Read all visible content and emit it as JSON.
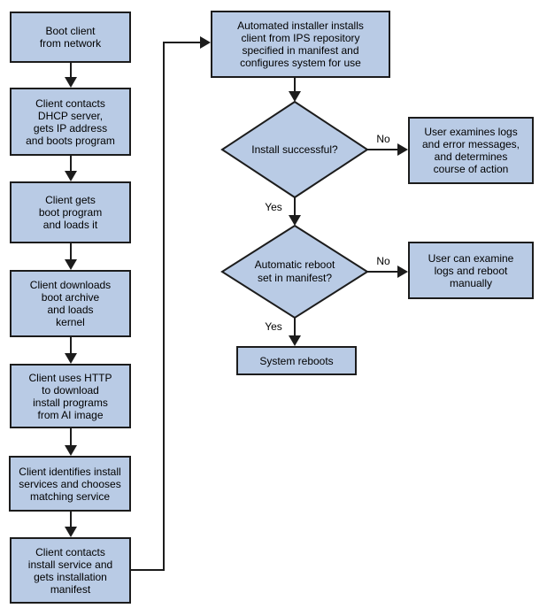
{
  "diagram": {
    "type": "flowchart",
    "subject": "Automated installation (AI) client boot and install process"
  },
  "colors": {
    "node_fill": "#b9cbe5",
    "node_border": "#1c1c1c",
    "line": "#1c1c1c",
    "text": "#000000",
    "background": "#ffffff"
  },
  "nodes": {
    "boot_client": {
      "label": "Boot client\nfrom network"
    },
    "dhcp": {
      "label": "Client contacts\nDHCP server,\ngets IP address\nand boots program"
    },
    "boot_program": {
      "label": "Client gets\nboot program\nand loads it"
    },
    "boot_archive": {
      "label": "Client downloads\nboot archive\nand loads\nkernel"
    },
    "http_download": {
      "label": "Client uses HTTP\nto download\ninstall programs\nfrom AI image"
    },
    "identify_services": {
      "label": "Client identifies install\nservices and chooses\nmatching service"
    },
    "contact_service": {
      "label": "Client contacts\ninstall service and\ngets installation\nmanifest"
    },
    "automated_installer": {
      "label": "Automated installer installs\nclient from IPS repository\nspecified in manifest and\nconfigures system for use"
    },
    "install_successful": {
      "label": "Install successful?"
    },
    "user_examines": {
      "label": "User examines logs\nand error messages,\nand determines\ncourse of action"
    },
    "auto_reboot": {
      "label": "Automatic reboot\nset in manifest?"
    },
    "user_can_examine": {
      "label": "User can examine\nlogs and reboot\nmanually"
    },
    "system_reboots": {
      "label": "System reboots"
    }
  },
  "edges": {
    "install_no": "No",
    "install_yes": "Yes",
    "reboot_no": "No",
    "reboot_yes": "Yes"
  }
}
